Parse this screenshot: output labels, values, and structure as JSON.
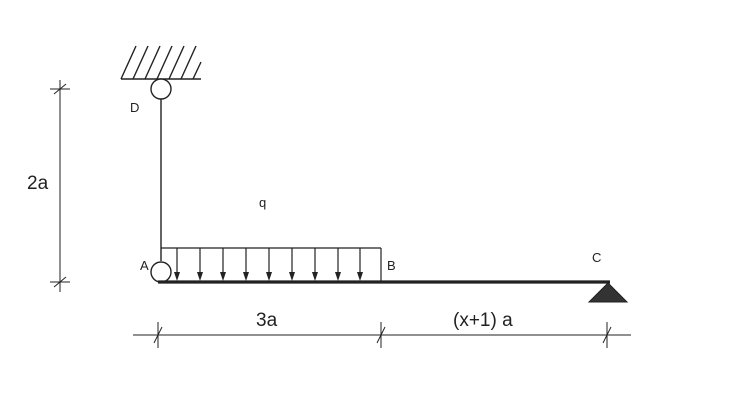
{
  "labels": {
    "D": "D",
    "A": "A",
    "B": "B",
    "C": "C",
    "q": "q"
  },
  "dimensions": {
    "height": "2a",
    "span_ab": "3a",
    "span_bc": "(x+1) a"
  },
  "colors": {
    "line": "#222222",
    "support_fill": "#333333"
  }
}
